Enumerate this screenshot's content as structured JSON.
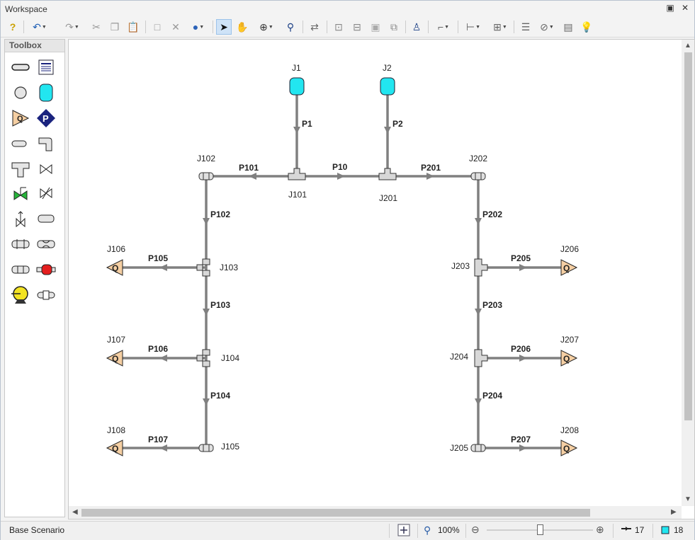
{
  "window": {
    "title": "Workspace"
  },
  "toolbox": {
    "title": "Toolbox"
  },
  "diagram": {
    "junctions": [
      {
        "id": "J1",
        "label": "J1",
        "kind": "reservoir"
      },
      {
        "id": "J2",
        "label": "J2",
        "kind": "reservoir"
      },
      {
        "id": "J101",
        "label": "J101",
        "kind": "tee"
      },
      {
        "id": "J201",
        "label": "J201",
        "kind": "tee"
      },
      {
        "id": "J102",
        "label": "J102",
        "kind": "branch"
      },
      {
        "id": "J202",
        "label": "J202",
        "kind": "branch"
      },
      {
        "id": "J103",
        "label": "J103",
        "kind": "tee"
      },
      {
        "id": "J104",
        "label": "J104",
        "kind": "tee"
      },
      {
        "id": "J105",
        "label": "J105",
        "kind": "branch"
      },
      {
        "id": "J203",
        "label": "J203",
        "kind": "tee"
      },
      {
        "id": "J204",
        "label": "J204",
        "kind": "tee"
      },
      {
        "id": "J205",
        "label": "J205",
        "kind": "branch"
      },
      {
        "id": "J106",
        "label": "J106",
        "kind": "assigned-flow",
        "symbol": "Q"
      },
      {
        "id": "J107",
        "label": "J107",
        "kind": "assigned-flow",
        "symbol": "Q"
      },
      {
        "id": "J108",
        "label": "J108",
        "kind": "assigned-flow",
        "symbol": "Q"
      },
      {
        "id": "J206",
        "label": "J206",
        "kind": "assigned-flow",
        "symbol": "Q"
      },
      {
        "id": "J207",
        "label": "J207",
        "kind": "assigned-flow",
        "symbol": "Q"
      },
      {
        "id": "J208",
        "label": "J208",
        "kind": "assigned-flow",
        "symbol": "Q"
      }
    ],
    "pipes": [
      {
        "id": "P1",
        "label": "P1",
        "from": "J1",
        "to": "J101"
      },
      {
        "id": "P2",
        "label": "P2",
        "from": "J2",
        "to": "J201"
      },
      {
        "id": "P10",
        "label": "P10",
        "from": "J101",
        "to": "J201"
      },
      {
        "id": "P101",
        "label": "P101",
        "from": "J101",
        "to": "J102"
      },
      {
        "id": "P201",
        "label": "P201",
        "from": "J201",
        "to": "J202"
      },
      {
        "id": "P102",
        "label": "P102",
        "from": "J102",
        "to": "J103"
      },
      {
        "id": "P103",
        "label": "P103",
        "from": "J103",
        "to": "J104"
      },
      {
        "id": "P104",
        "label": "P104",
        "from": "J104",
        "to": "J105"
      },
      {
        "id": "P105",
        "label": "P105",
        "from": "J103",
        "to": "J106"
      },
      {
        "id": "P106",
        "label": "P106",
        "from": "J104",
        "to": "J107"
      },
      {
        "id": "P107",
        "label": "P107",
        "from": "J105",
        "to": "J108"
      },
      {
        "id": "P202",
        "label": "P202",
        "from": "J202",
        "to": "J203"
      },
      {
        "id": "P203",
        "label": "P203",
        "from": "J203",
        "to": "J204"
      },
      {
        "id": "P204",
        "label": "P204",
        "from": "J204",
        "to": "J205"
      },
      {
        "id": "P205",
        "label": "P205",
        "from": "J203",
        "to": "J206"
      },
      {
        "id": "P206",
        "label": "P206",
        "from": "J204",
        "to": "J207"
      },
      {
        "id": "P207",
        "label": "P207",
        "from": "J205",
        "to": "J208"
      }
    ],
    "colors": {
      "pipe": "#808080",
      "reservoir": "#22e6f0",
      "assigned_flow": "#f5cfa3",
      "fitting": "#d8d8d8",
      "pump_diamond": "#1a237e"
    }
  },
  "status": {
    "scenario": "Base Scenario",
    "zoom": "100%",
    "zoom_slider_level": 0.5,
    "pipe_count": "17",
    "junction_count": "18"
  }
}
